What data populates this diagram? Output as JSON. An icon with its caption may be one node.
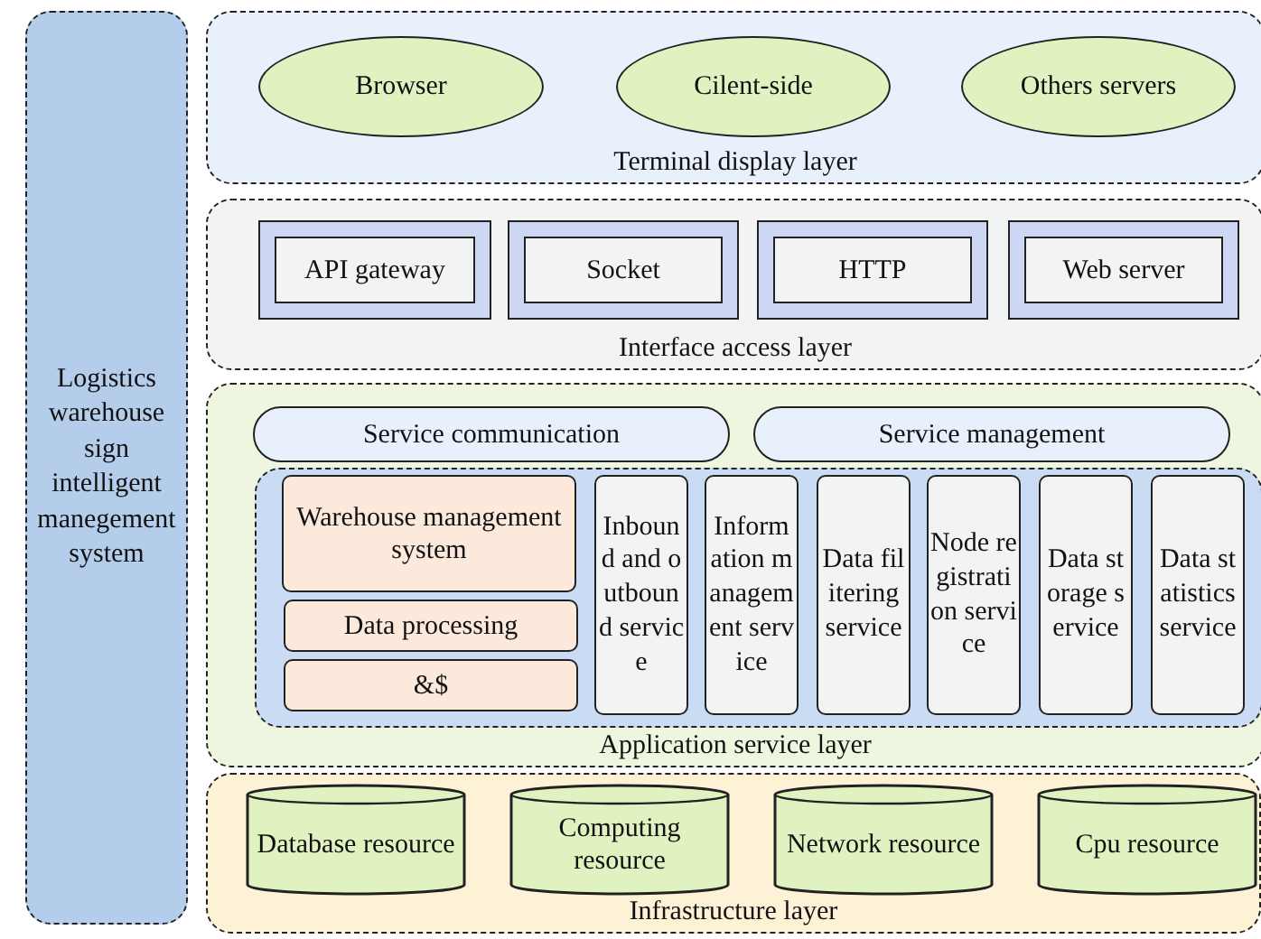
{
  "diagram": {
    "nodes": [
      {
        "text": [
          "Logistics warehouse sign intelligent manegement system"
        ]
      },
      {
        "text": [
          "Terminal display layer"
        ]
      },
      {
        "text": [
          "Browser"
        ],
        "in": 1
      },
      {
        "text": [
          "Cilent-side"
        ],
        "in": 1
      },
      {
        "text": [
          "Others servers"
        ],
        "in": 1
      },
      {
        "text": [
          "Interface access layer"
        ]
      },
      {
        "text": [
          "API gateway"
        ],
        "in": 5
      },
      {
        "text": [
          "Socket"
        ],
        "in": 5
      },
      {
        "text": [
          "HTTP"
        ],
        "in": 5
      },
      {
        "text": [
          "Web server"
        ],
        "in": 5
      },
      {
        "text": [
          "Application service layer"
        ]
      },
      {
        "text": [
          "Service communication"
        ],
        "in": 10
      },
      {
        "text": [
          "Service management"
        ],
        "in": 10
      },
      {
        "text": [],
        "shape": "box",
        "in": 10
      },
      {
        "text": [
          "Warehouse management system"
        ],
        "in": 13
      },
      {
        "text": [
          "Data processing"
        ],
        "in": 13
      },
      {
        "text": [
          "&$"
        ],
        "in": 13
      },
      {
        "text": [
          "Inbound and outbound service"
        ],
        "in": 13
      },
      {
        "text": [
          "Information management service"
        ],
        "in": 13
      },
      {
        "text": [
          "Data filitering service"
        ],
        "in": 13
      },
      {
        "text": [
          "Node registration service"
        ],
        "in": 13
      },
      {
        "text": [
          "Data storage service"
        ],
        "in": 13
      },
      {
        "text": [
          "Data statistics service"
        ],
        "in": 13
      },
      {
        "text": [
          "Infrastructure layer"
        ]
      },
      {
        "text": [
          "Database resource"
        ],
        "in": 23
      },
      {
        "text": [
          "Computing resource"
        ],
        "in": 23
      },
      {
        "text": [
          "Network resource"
        ],
        "in": 23
      },
      {
        "text": [
          "Cpu resource"
        ],
        "in": 23
      }
    ],
    "edges": []
  }
}
